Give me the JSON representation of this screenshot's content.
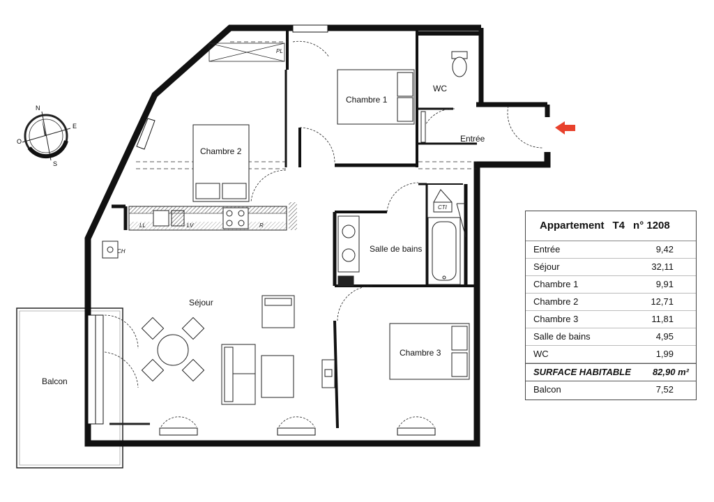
{
  "rooms": {
    "chambre1": "Chambre 1",
    "chambre2": "Chambre 2",
    "chambre3": "Chambre 3",
    "wc": "WC",
    "entree": "Entrée",
    "salle_de_bains": "Salle de bains",
    "sejour": "Séjour",
    "balcon": "Balcon"
  },
  "fixtures": {
    "pl": "PL",
    "ll": "LL",
    "lv": "LV",
    "ch": "CH",
    "r": "R",
    "cti": "CTI"
  },
  "compass": {
    "n": "N",
    "e": "E",
    "s": "S",
    "o": "O"
  },
  "table": {
    "title_type": "Appartement",
    "title_t": "T4",
    "title_number": "n° 1208",
    "rows": [
      {
        "name": "Entrée",
        "value": "9,42"
      },
      {
        "name": "Séjour",
        "value": "32,11"
      },
      {
        "name": "Chambre 1",
        "value": "9,91"
      },
      {
        "name": "Chambre 2",
        "value": "12,71"
      },
      {
        "name": "Chambre 3",
        "value": "11,81"
      },
      {
        "name": "Salle de bains",
        "value": "4,95"
      },
      {
        "name": "WC",
        "value": "1,99"
      }
    ],
    "total_label": "SURFACE HABITABLE",
    "total_value": "82,90 m²",
    "balcon_label": "Balcon",
    "balcon_value": "7,52"
  },
  "colors": {
    "wall": "#111111",
    "entrance_arrow": "#e8412c",
    "hatch": "#555555"
  },
  "icons": [
    "compass-icon",
    "entrance-arrow-icon",
    "toilet-icon",
    "bathtub-icon",
    "sink-icon",
    "bed-icon",
    "table-icon",
    "chair-icon",
    "sofa-icon",
    "armchair-icon",
    "stove-icon"
  ]
}
